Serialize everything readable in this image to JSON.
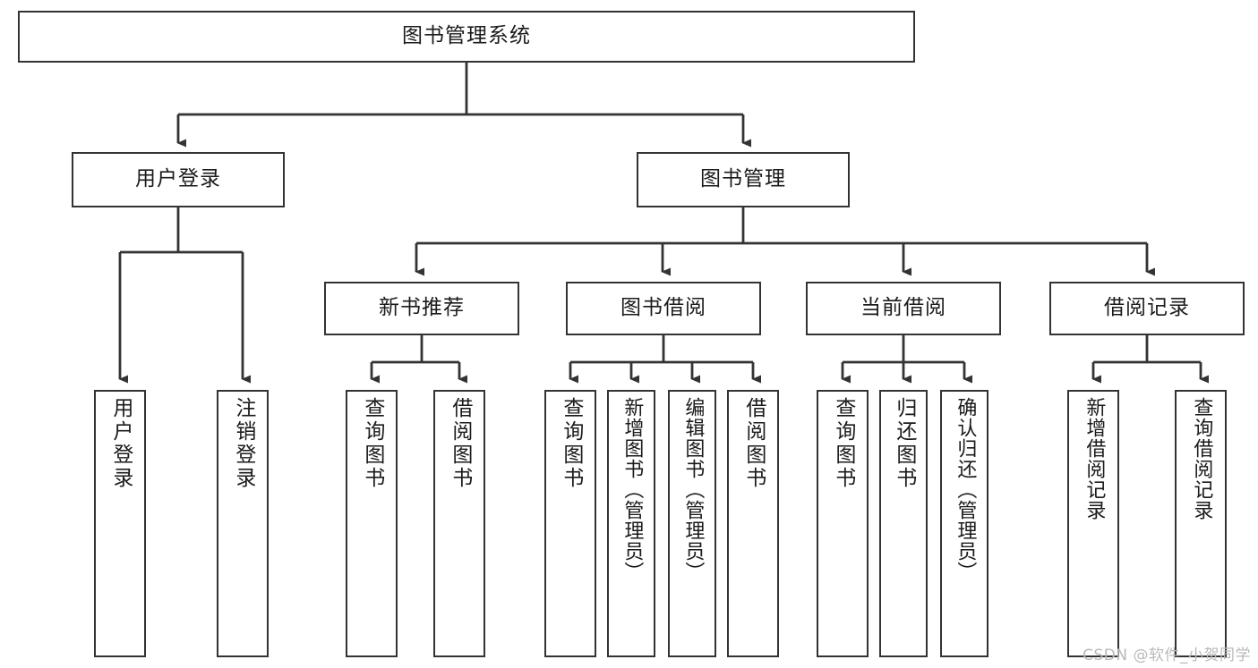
{
  "diagram": {
    "title": "图书管理系统",
    "type": "tree-hierarchy",
    "watermark": "CSDN @软件_小贺同学",
    "colors": {
      "border": "#333333",
      "background": "#ffffff",
      "text": "#1b1b1b",
      "watermark": "#b9b9b9"
    },
    "root": {
      "label": "图书管理系统"
    },
    "level2": [
      {
        "label": "用户登录"
      },
      {
        "label": "图书管理"
      }
    ],
    "level3": [
      {
        "label": "新书推荐"
      },
      {
        "label": "图书借阅"
      },
      {
        "label": "当前借阅"
      },
      {
        "label": "借阅记录"
      }
    ],
    "leaves": {
      "user_login": [
        {
          "label": "用户登录"
        },
        {
          "label": "注销登录"
        }
      ],
      "new_book_recommend": [
        {
          "label": "查询图书"
        },
        {
          "label": "借阅图书"
        }
      ],
      "book_borrow": [
        {
          "label": "查询图书"
        },
        {
          "label": "新增图书（管理员）"
        },
        {
          "label": "编辑图书（管理员）"
        },
        {
          "label": "借阅图书"
        }
      ],
      "current_borrow": [
        {
          "label": "查询图书"
        },
        {
          "label": "归还图书"
        },
        {
          "label": "确认归还（管理员）"
        }
      ],
      "borrow_records": [
        {
          "label": "新增借阅记录"
        },
        {
          "label": "查询借阅记录"
        }
      ]
    }
  }
}
